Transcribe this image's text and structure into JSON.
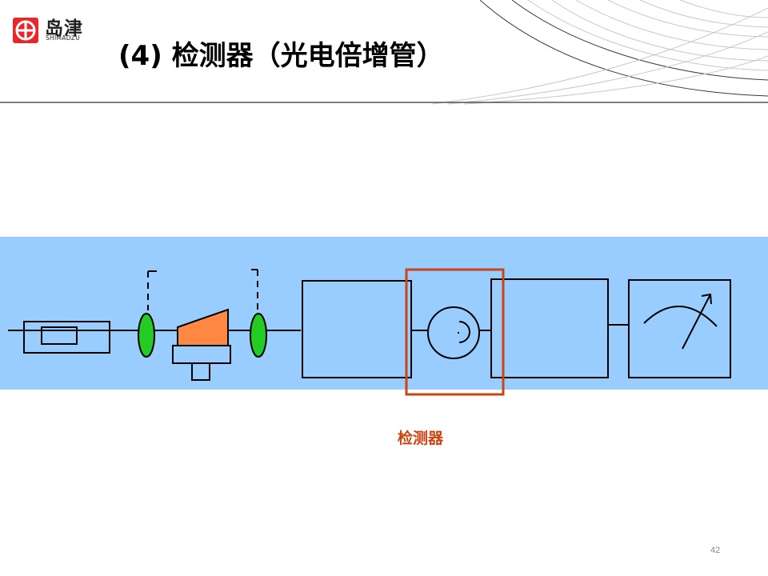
{
  "logo": {
    "cn_text": "岛津",
    "en_text": "SHIMADZU",
    "color": "#e8272b"
  },
  "header": {
    "title": "(4)  检测器（光电倍增管）"
  },
  "diagram": {
    "background_color": "#99ccff",
    "highlight_color": "#cc4411",
    "lens_color": "#22cc22",
    "monochromator_color": "#ff8844",
    "detector_label": "检测器"
  },
  "footer": {
    "page_number": "42"
  }
}
